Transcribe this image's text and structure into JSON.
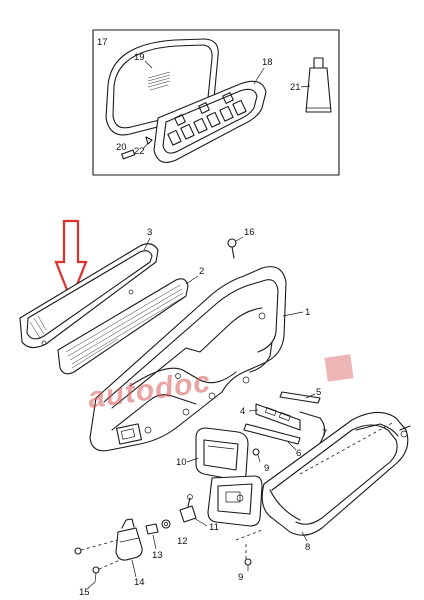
{
  "callouts": {
    "c17": "17",
    "c19": "19",
    "c18": "18",
    "c21": "21",
    "c20": "20",
    "c22": "22",
    "c3": "3",
    "c16": "16",
    "c2": "2",
    "c1": "1",
    "c5": "5",
    "c4": "4",
    "c7": "7",
    "c6": "6",
    "c9a": "9",
    "c10": "10",
    "c11": "11",
    "c12": "12",
    "c13": "13",
    "c8": "8",
    "c14": "14",
    "c15": "15",
    "c9b": "9"
  },
  "watermark": {
    "text": "autodoc",
    "color": "#d85a5a"
  },
  "pointer": {
    "color": "#e0302a",
    "icon": "down-arrow-icon"
  }
}
